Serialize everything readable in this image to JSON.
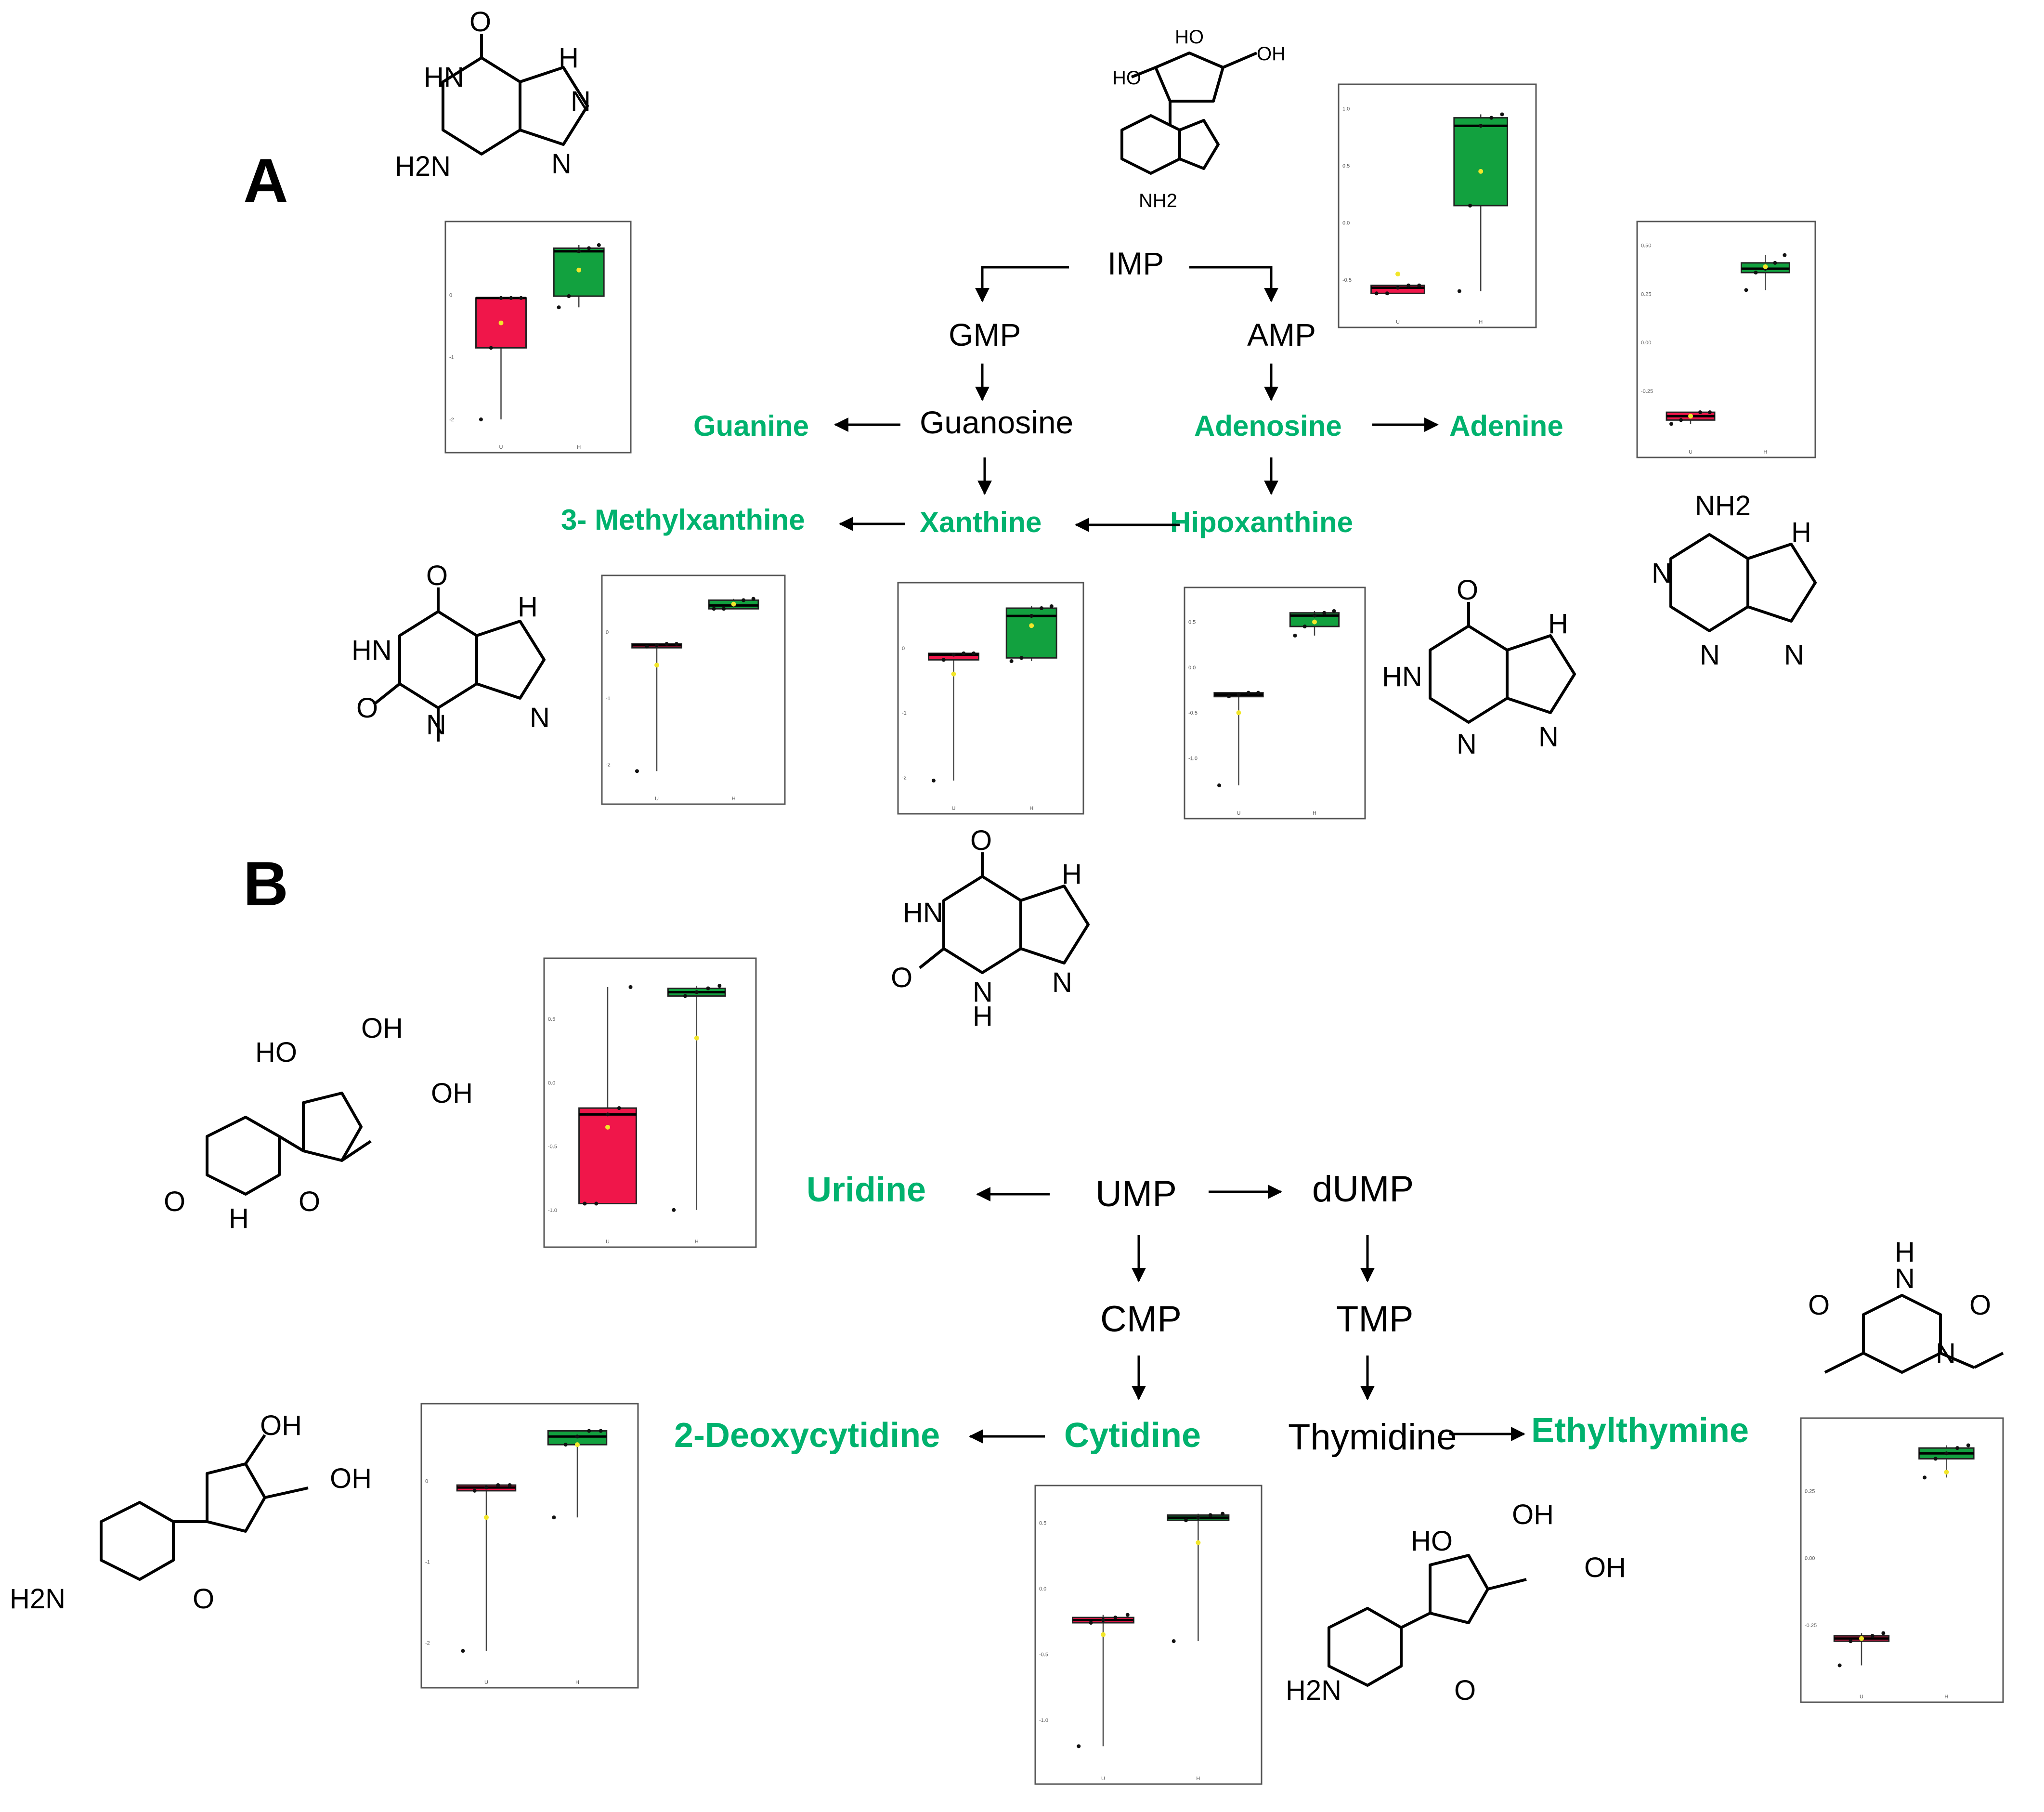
{
  "panels": {
    "a": "A",
    "b": "B"
  },
  "colors": {
    "highlight": "#00b26e",
    "group1_box": "#f0164a",
    "group2_box": "#12a13f",
    "mean_marker": "#f2e62a"
  },
  "pathway_a": {
    "IMP": "IMP",
    "GMP": "GMP",
    "AMP": "AMP",
    "Guanosine": "Guanosine",
    "Guanine": "Guanine",
    "Adenosine": "Adenosine",
    "Adenine": "Adenine",
    "Methylxanthine": "3- Methylxanthine",
    "Xanthine": "Xanthine",
    "Hipoxanthine": "Hipoxanthine"
  },
  "pathway_b": {
    "Uridine": "Uridine",
    "UMP": "UMP",
    "dUMP": "dUMP",
    "CMP": "CMP",
    "TMP": "TMP",
    "Deoxycytidine": "2-Deoxycytidine",
    "Cytidine": "Cytidine",
    "Thymidine": "Thymidine",
    "Ethylthymine": "Ethylthymine"
  },
  "chem_labels": {
    "O": "O",
    "OH": "OH",
    "HO": "HO",
    "H": "H",
    "N": "N",
    "HN": "HN",
    "H2N": "H2N",
    "NH2": "NH2"
  },
  "chart_data": [
    {
      "type": "box",
      "metabolite": "Guanine",
      "categories": [
        "U",
        "H"
      ],
      "yticks": [
        "0",
        "-1",
        "-2"
      ],
      "series": [
        {
          "q1": -0.85,
          "median": -0.05,
          "q3": -0.05,
          "min": -2.0,
          "max": -0.05,
          "mean": -0.45
        },
        {
          "q1": -0.02,
          "median": 0.7,
          "q3": 0.75,
          "min": -0.2,
          "max": 0.8,
          "mean": 0.4
        }
      ]
    },
    {
      "type": "box",
      "metabolite": "Adenosine",
      "categories": [
        "U",
        "H"
      ],
      "yticks": [
        "1.0",
        "0.5",
        "0.0",
        "-0.5"
      ],
      "series": [
        {
          "q1": -0.62,
          "median": -0.57,
          "q3": -0.55,
          "min": -0.62,
          "max": -0.55,
          "mean": -0.45
        },
        {
          "q1": 0.15,
          "median": 0.85,
          "q3": 0.92,
          "min": -0.6,
          "max": 0.95,
          "mean": 0.45
        }
      ]
    },
    {
      "type": "box",
      "metabolite": "Adenine",
      "categories": [
        "U",
        "H"
      ],
      "yticks": [
        "0.50",
        "0.25",
        "0.00",
        "-0.25"
      ],
      "series": [
        {
          "q1": -0.4,
          "median": -0.38,
          "q3": -0.36,
          "min": -0.42,
          "max": -0.36,
          "mean": -0.38
        },
        {
          "q1": 0.36,
          "median": 0.38,
          "q3": 0.41,
          "min": 0.27,
          "max": 0.45,
          "mean": 0.39
        }
      ]
    },
    {
      "type": "box",
      "metabolite": "3- Methylxanthine",
      "categories": [
        "U",
        "H"
      ],
      "yticks": [
        "0",
        "-1",
        "-2"
      ],
      "series": [
        {
          "q1": -0.22,
          "median": -0.2,
          "q3": -0.18,
          "min": -2.1,
          "max": -0.18,
          "mean": -0.5
        },
        {
          "q1": 0.35,
          "median": 0.4,
          "q3": 0.48,
          "min": 0.35,
          "max": 0.5,
          "mean": 0.42
        }
      ]
    },
    {
      "type": "box",
      "metabolite": "Xanthine",
      "categories": [
        "U",
        "H"
      ],
      "yticks": [
        "0",
        "-1",
        "-2"
      ],
      "series": [
        {
          "q1": -0.18,
          "median": -0.1,
          "q3": -0.08,
          "min": -2.05,
          "max": -0.08,
          "mean": -0.4
        },
        {
          "q1": -0.15,
          "median": 0.5,
          "q3": 0.62,
          "min": -0.2,
          "max": 0.65,
          "mean": 0.35
        }
      ]
    },
    {
      "type": "box",
      "metabolite": "Hipoxanthine",
      "categories": [
        "U",
        "H"
      ],
      "yticks": [
        "0.5",
        "0.0",
        "-0.5",
        "-1.0"
      ],
      "series": [
        {
          "q1": -0.32,
          "median": -0.3,
          "q3": -0.28,
          "min": -1.3,
          "max": -0.28,
          "mean": -0.5
        },
        {
          "q1": 0.45,
          "median": 0.57,
          "q3": 0.6,
          "min": 0.35,
          "max": 0.62,
          "mean": 0.5
        }
      ]
    },
    {
      "type": "box",
      "metabolite": "Uridine",
      "categories": [
        "U",
        "H"
      ],
      "yticks": [
        "0.5",
        "0.0",
        "-0.5",
        "-1.0"
      ],
      "series": [
        {
          "q1": -0.95,
          "median": -0.25,
          "q3": -0.2,
          "min": -0.95,
          "max": 0.75,
          "mean": -0.35
        },
        {
          "q1": 0.68,
          "median": 0.71,
          "q3": 0.74,
          "min": -1.0,
          "max": 0.76,
          "mean": 0.35
        }
      ]
    },
    {
      "type": "box",
      "metabolite": "2-Deoxycytidine",
      "categories": [
        "U",
        "H"
      ],
      "yticks": [
        "0",
        "-1",
        "-2"
      ],
      "series": [
        {
          "q1": -0.12,
          "median": -0.08,
          "q3": -0.05,
          "min": -2.1,
          "max": -0.05,
          "mean": -0.45
        },
        {
          "q1": 0.45,
          "median": 0.55,
          "q3": 0.62,
          "min": -0.45,
          "max": 0.62,
          "mean": 0.45
        }
      ]
    },
    {
      "type": "box",
      "metabolite": "Cytidine",
      "categories": [
        "U",
        "H"
      ],
      "yticks": [
        "0.5",
        "0.0",
        "-0.5",
        "-1.0"
      ],
      "series": [
        {
          "q1": -0.26,
          "median": -0.24,
          "q3": -0.22,
          "min": -1.2,
          "max": -0.2,
          "mean": -0.35
        },
        {
          "q1": 0.52,
          "median": 0.54,
          "q3": 0.56,
          "min": -0.4,
          "max": 0.57,
          "mean": 0.35
        }
      ]
    },
    {
      "type": "box",
      "metabolite": "Ethylthymine",
      "categories": [
        "U",
        "H"
      ],
      "yticks": [
        "0.25",
        "0.00",
        "-0.25"
      ],
      "series": [
        {
          "q1": -0.31,
          "median": -0.3,
          "q3": -0.29,
          "min": -0.4,
          "max": -0.28,
          "mean": -0.3
        },
        {
          "q1": 0.37,
          "median": 0.39,
          "q3": 0.41,
          "min": 0.3,
          "max": 0.42,
          "mean": 0.32
        }
      ]
    }
  ]
}
